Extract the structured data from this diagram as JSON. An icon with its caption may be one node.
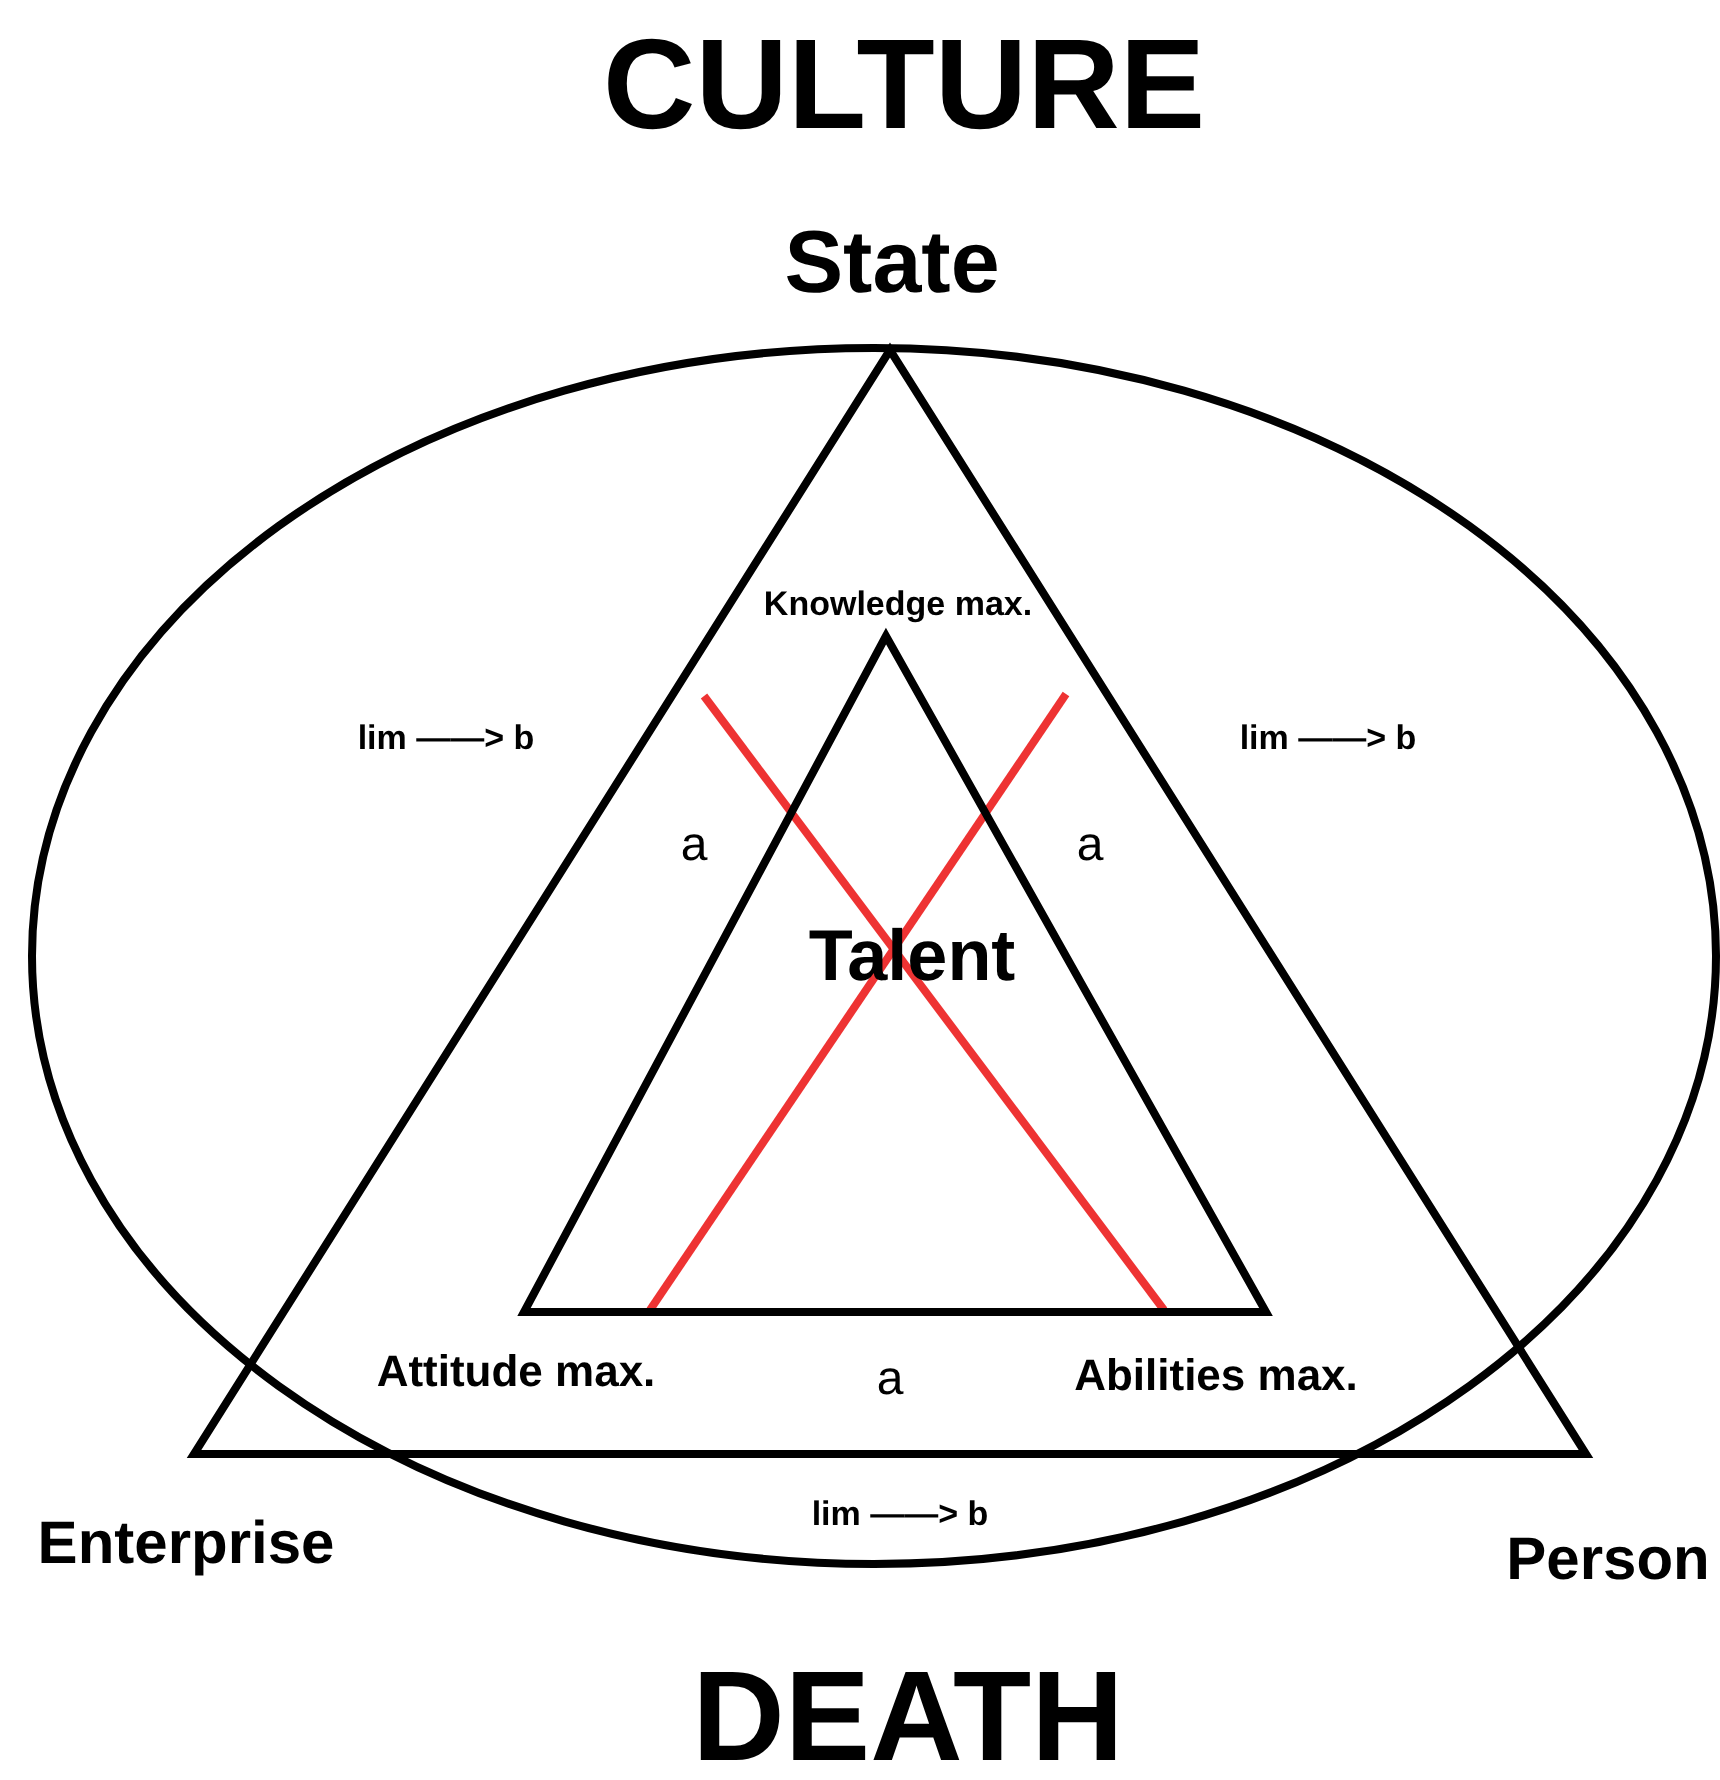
{
  "diagram": {
    "title": "CULTURE",
    "caption": "DEATH",
    "nodes": [
      {
        "text": [
          "State",
          "Enterprise",
          "Person"
        ]
      },
      {
        "text": [
          "Knowledge max.",
          "Talent",
          "Attitude max.",
          "Abilities max."
        ],
        "in": 0
      }
    ],
    "labels": [
      "lim ——> b",
      "lim ——> b",
      "a",
      "a",
      "a",
      "lim ——> b"
    ]
  }
}
